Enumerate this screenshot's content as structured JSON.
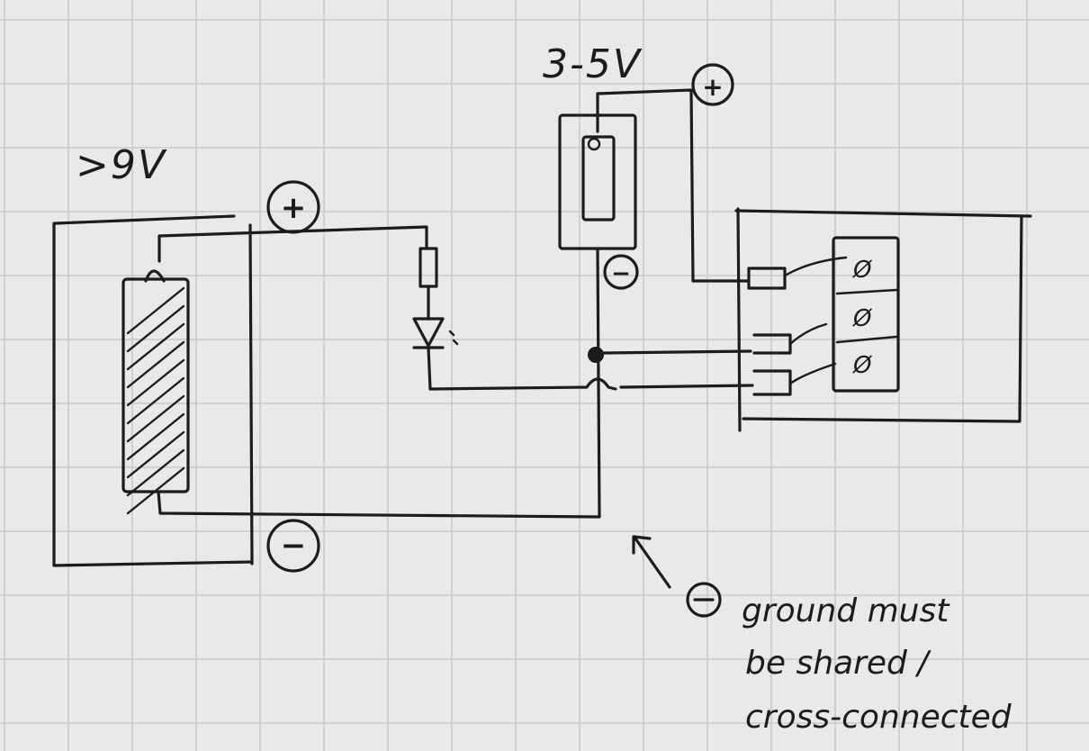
{
  "labels": {
    "battery_voltage": ">9V",
    "supply_voltage": "3-5V",
    "plus_sign": "+",
    "minus_sign": "−",
    "note_symbol": "⊖",
    "note_line1": "ground must",
    "note_line2": "be shared /",
    "note_line3": "cross-connected",
    "slot_label": "Ø"
  },
  "colors": {
    "paper": "#e9e9e7",
    "grid": "#c9c9c7",
    "ink": "#1c1c1c"
  }
}
